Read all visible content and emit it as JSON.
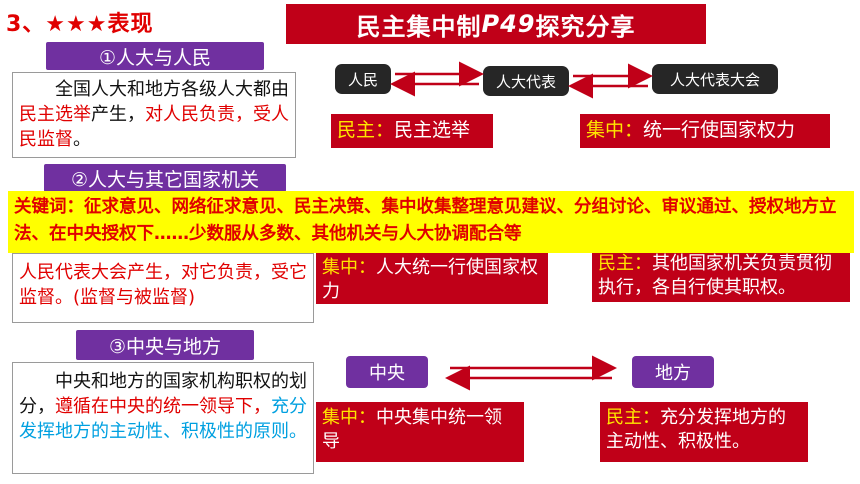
{
  "heading": "3、★★★表现",
  "title": {
    "main": "民主集中制",
    "page": "P49",
    "suffix": "探究分享"
  },
  "section1": {
    "tag": "①人大与人民",
    "text_p1": "全国人大和地方各级人大都由",
    "text_red1": "民主选举",
    "text_p2": "产生，",
    "text_red2": "对人民负责，受人民监督",
    "text_p3": "。",
    "nodes": [
      "人民",
      "人大代表",
      "人大代表大会"
    ],
    "democracy_label": "民主：",
    "democracy_text": "民主选举",
    "centralism_label": "集中：",
    "centralism_text": "统一行使国家权力"
  },
  "section2": {
    "tag": "②人大与其它国家机关",
    "text_red": "人民代表大会产生，对它负责，受它监督。",
    "text_bracket": "(监督与被监督)",
    "centralism_label": "集中：",
    "centralism_text": "人大统一行使国家权力",
    "democracy_label": "民主：",
    "democracy_text": "其他国家机关负责贯彻执行，各自行使其职权。"
  },
  "keywords": "关键词：征求意见、网络征求意见、民主决策、集中收集整理意见建议、分组讨论、审议通过、授权地方立法、在中央授权下……少数服从多数、其他机关与人大协调配合等",
  "section3": {
    "tag": "③中央与地方",
    "text_p1": "中央和地方的国家机构职权的划分，",
    "text_red": "遵循在中央的统一领导下，",
    "text_blue": "充分发挥地方的主动性、积极性的原则。",
    "node_center": "中央",
    "node_local": "地方",
    "centralism_label": "集中：",
    "centralism_text": "中央集中统一领导",
    "democracy_label": "民主：",
    "democracy_text": "充分发挥地方的主动性、积极性。"
  }
}
